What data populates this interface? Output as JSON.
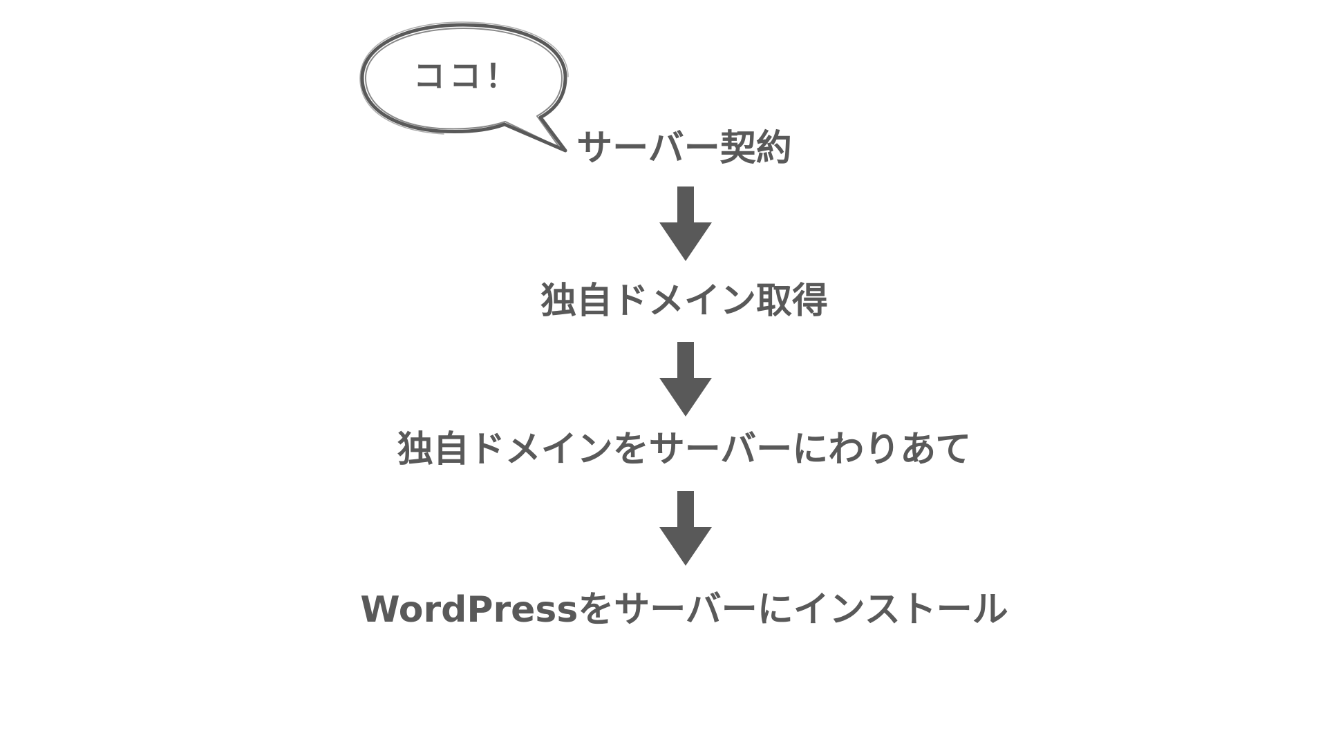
{
  "callout": {
    "text": "ココ！",
    "icon": "speech-bubble-icon"
  },
  "flow": {
    "steps": [
      {
        "label": "サーバー契約"
      },
      {
        "label": "独自ドメイン取得"
      },
      {
        "label": "独自ドメインをサーバーにわりあて"
      },
      {
        "label": "WordPressをサーバーにインストール"
      }
    ],
    "arrow_icon": "arrow-down-icon"
  },
  "colors": {
    "text": "#595959",
    "arrow": "#595959",
    "background": "#ffffff"
  }
}
